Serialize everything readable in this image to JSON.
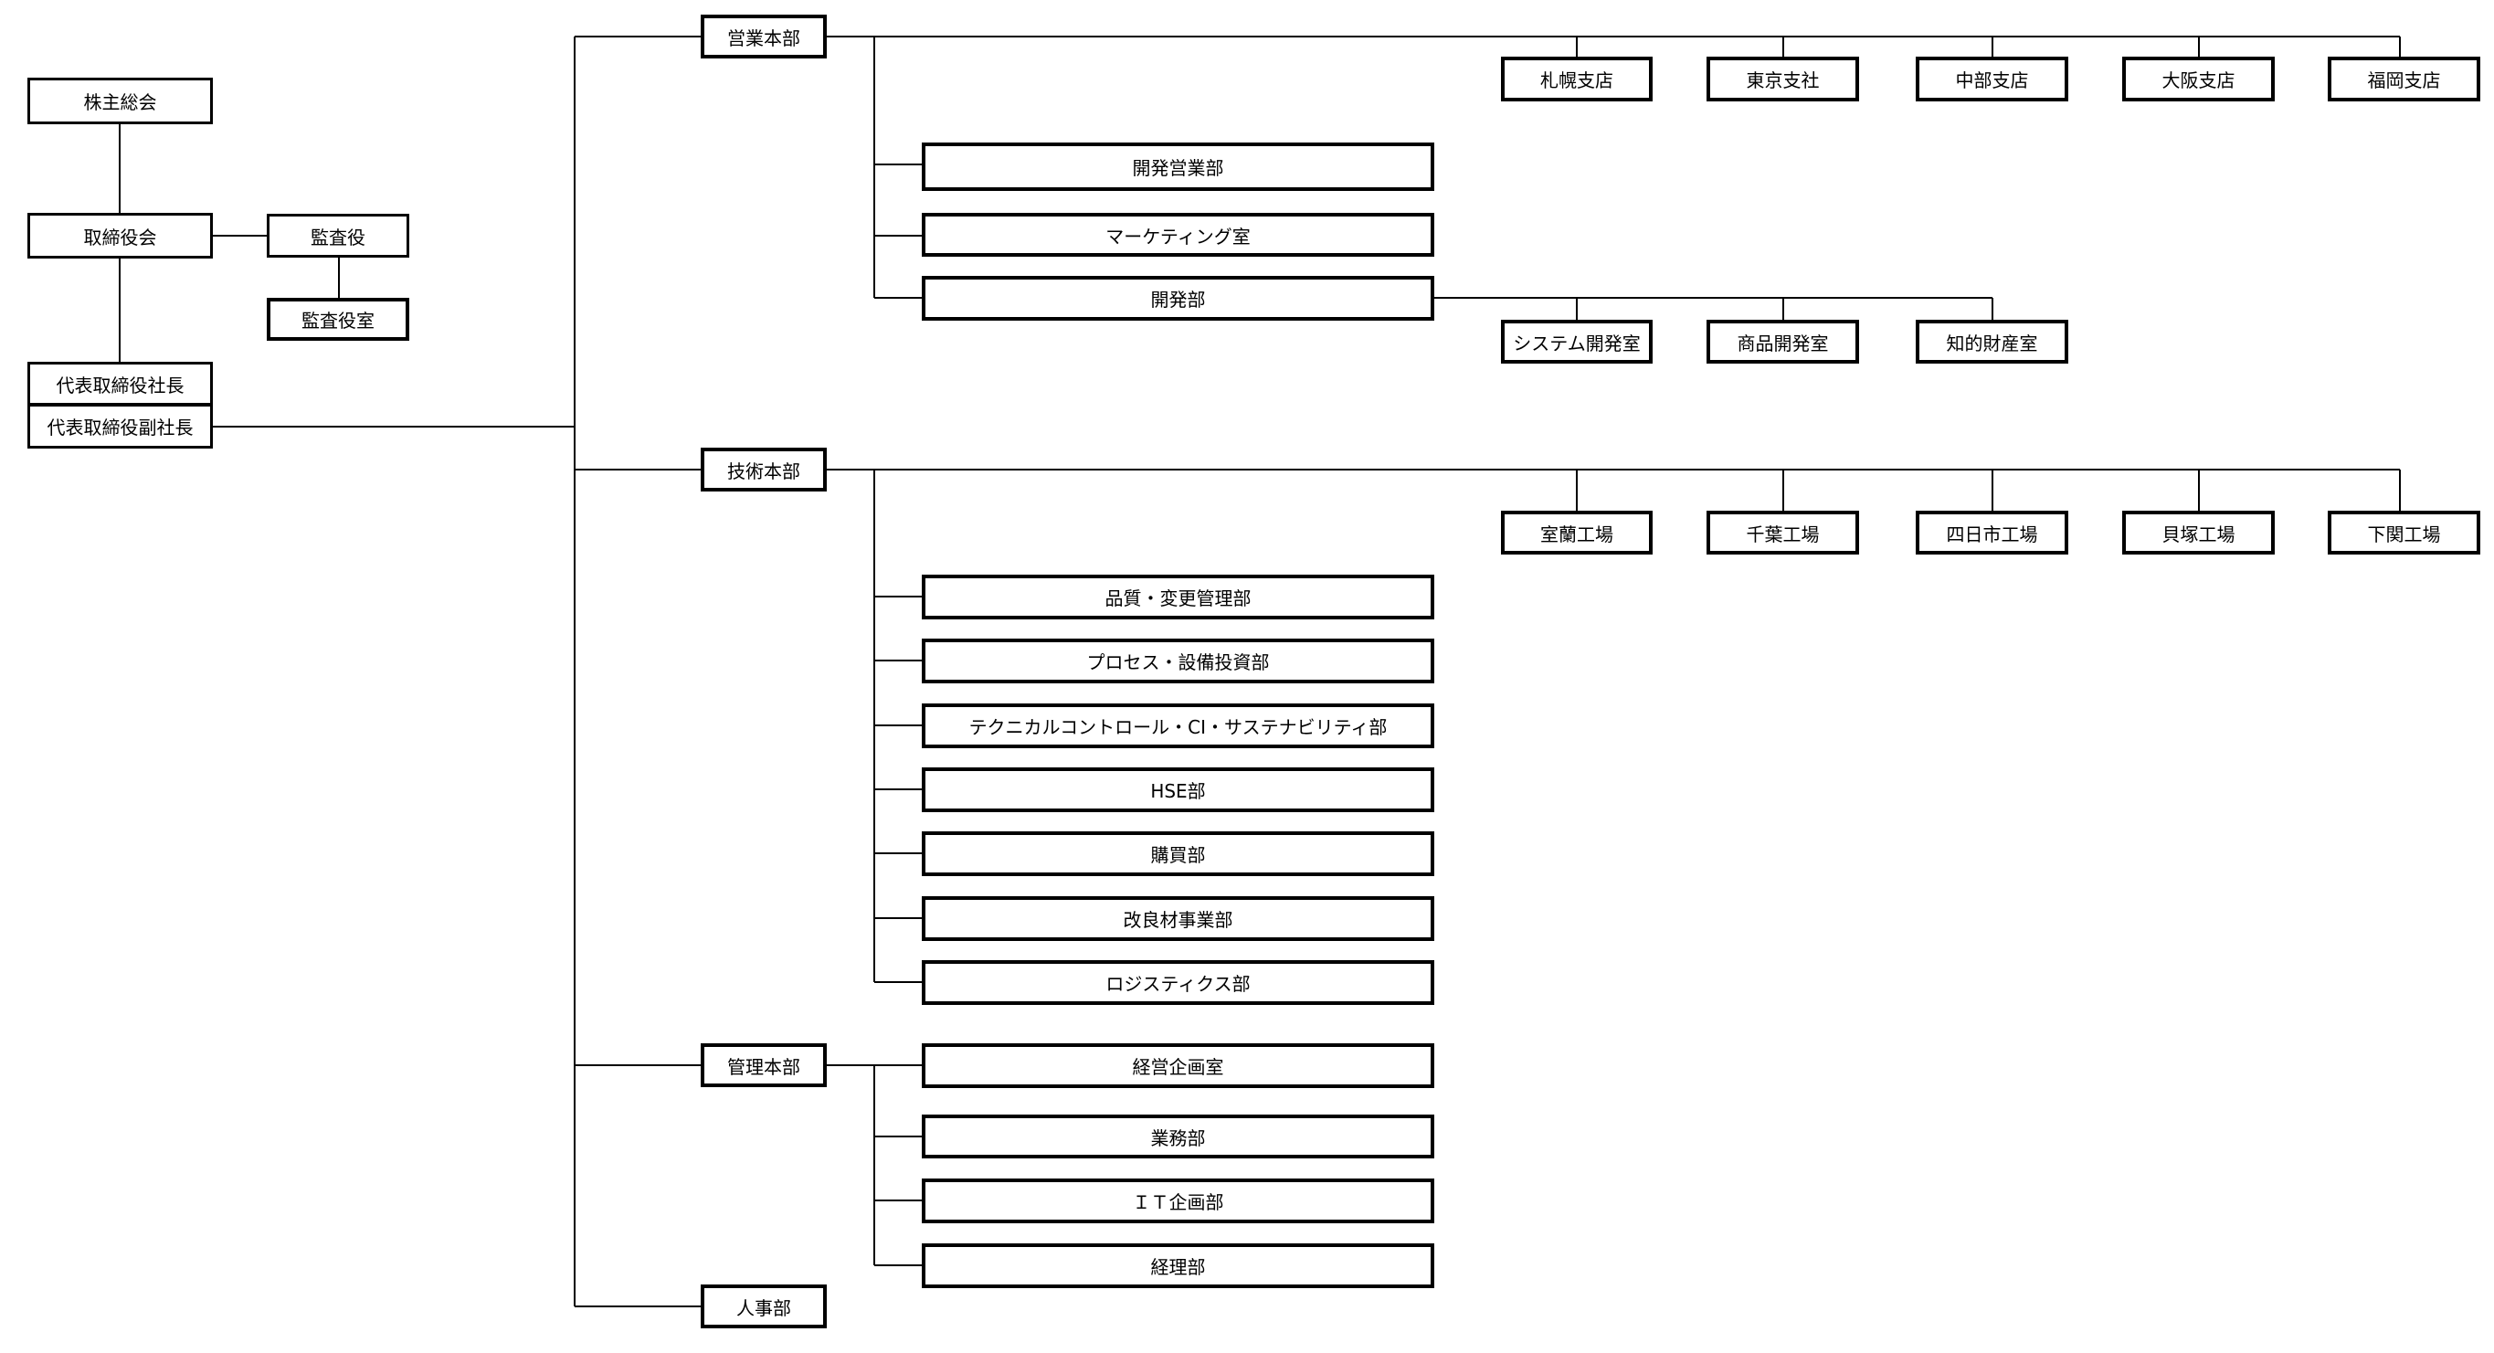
{
  "governance": {
    "shareholders": "株主総会",
    "board": "取締役会",
    "auditors": "監査役",
    "audit_office": "監査役室",
    "president": "代表取締役社長",
    "vice_president": "代表取締役副社長"
  },
  "sales_hq": {
    "label": "営業本部",
    "branches": [
      "札幌支店",
      "東京支社",
      "中部支店",
      "大阪支店",
      "福岡支店"
    ],
    "depts": [
      "開発営業部",
      "マーケティング室",
      "開発部"
    ],
    "dev_subunits": [
      "システム開発室",
      "商品開発室",
      "知的財産室"
    ]
  },
  "tech_hq": {
    "label": "技術本部",
    "plants": [
      "室蘭工場",
      "千葉工場",
      "四日市工場",
      "貝塚工場",
      "下関工場"
    ],
    "depts": [
      "品質・変更管理部",
      "プロセス・設備投資部",
      "テクニカルコントロール・CI・サステナビリティ部",
      "HSE部",
      "購買部",
      "改良材事業部",
      "ロジスティクス部"
    ]
  },
  "admin_hq": {
    "label": "管理本部",
    "depts": [
      "経営企画室",
      "業務部",
      "ＩＴ企画部",
      "経理部"
    ]
  },
  "hr": {
    "label": "人事部"
  }
}
